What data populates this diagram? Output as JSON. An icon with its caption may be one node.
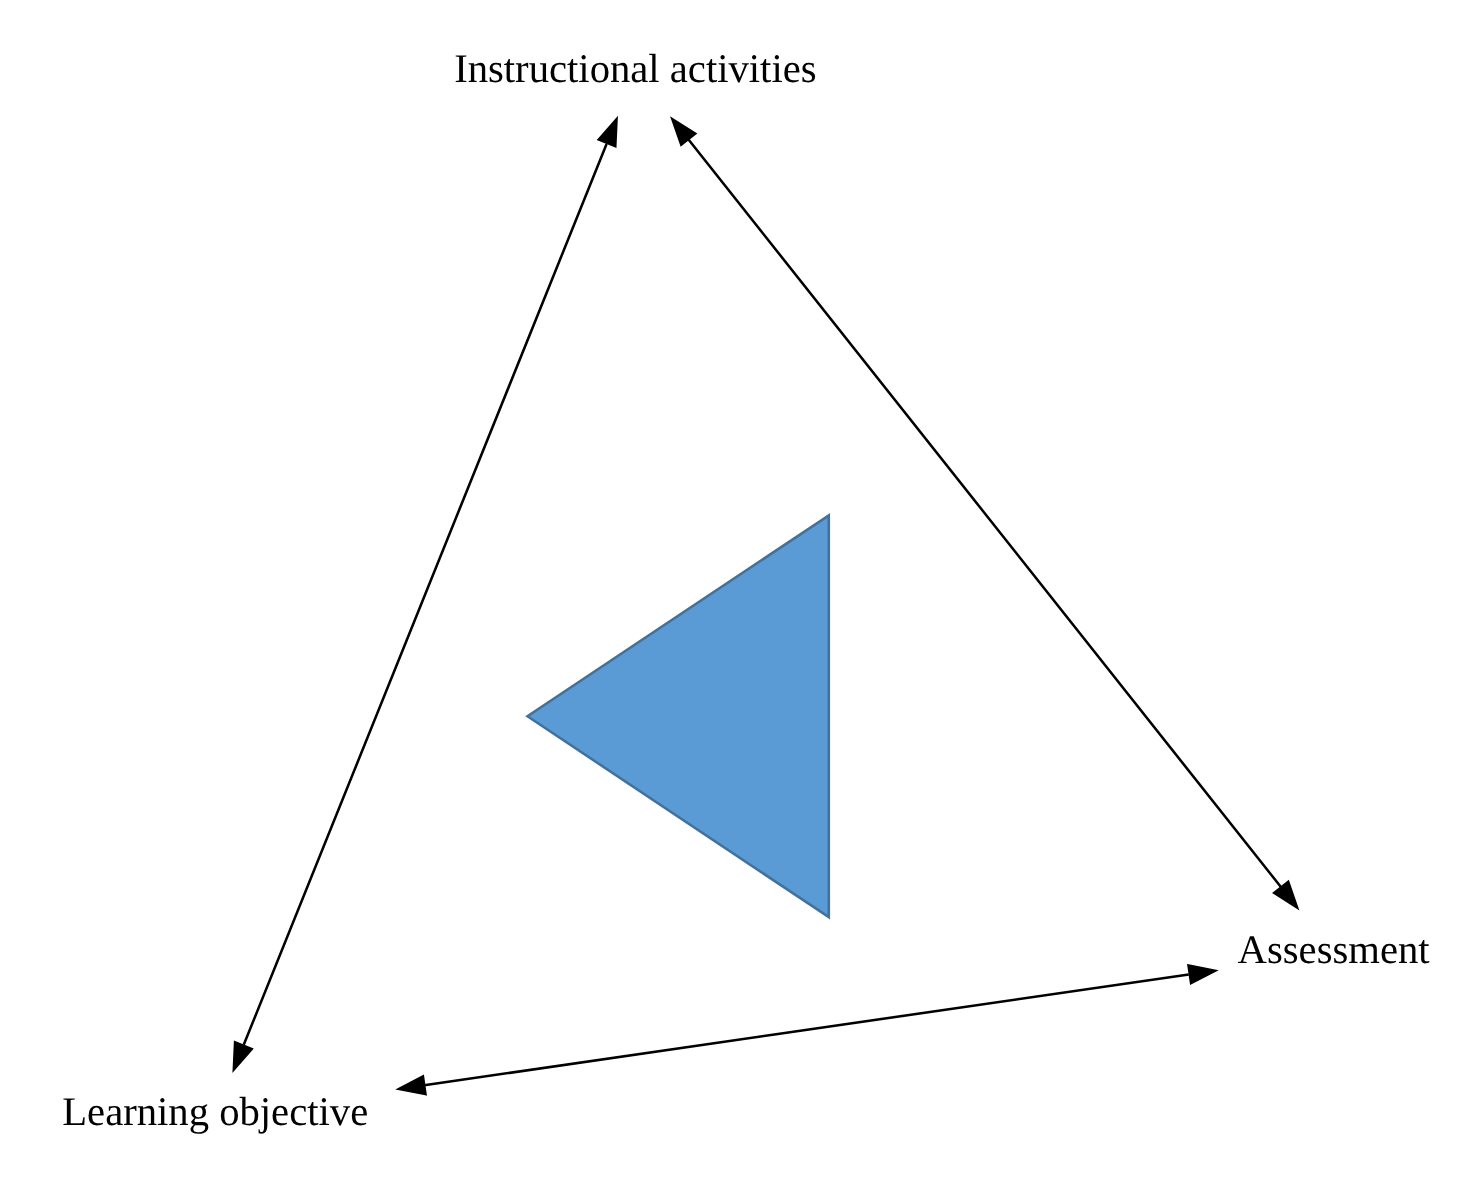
{
  "diagram": {
    "nodes": [
      {
        "text": [
          "Learning objective"
        ]
      },
      {
        "text": [
          "Assessment"
        ]
      },
      {
        "text": [],
        "shape": "triangle"
      },
      {
        "text": [
          "Instructional activities"
        ]
      }
    ],
    "edges": [
      {
        "from": 1,
        "to": 0,
        "arrow": "both"
      },
      {
        "from": 0,
        "to": 3,
        "arrow": "both"
      },
      {
        "from": 1,
        "to": 3,
        "arrow": "both"
      }
    ]
  }
}
